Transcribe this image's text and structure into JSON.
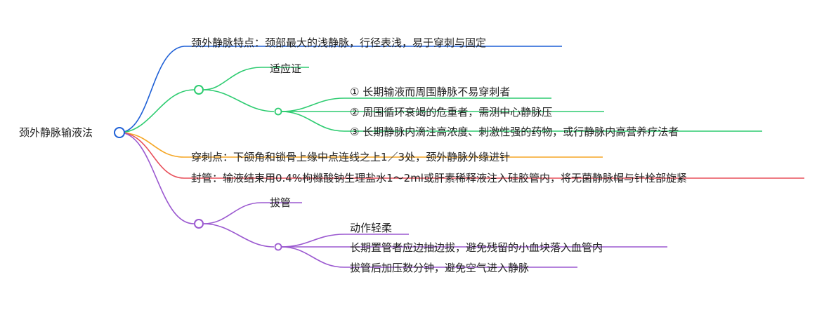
{
  "root": {
    "label": "颈外静脉输液法"
  },
  "colors": {
    "blue": "#1d5fd6",
    "green": "#2ecc71",
    "orange": "#f5a623",
    "red": "#e8505b",
    "purple": "#9b59d0",
    "root_node": "#1d5fd6",
    "text": "#222222"
  },
  "branches": {
    "feature": {
      "label": "颈外静脉特点：颈部最大的浅静脉，行径表浅，易于穿刺与固定"
    },
    "indication": {
      "label": "适应证",
      "items": [
        "① 长期输液而周围静脉不易穿刺者",
        "② 周围循环衰竭的危重者，需测中心静脉压",
        "③ 长期静脉内滴注高浓度、刺激性强的药物，或行静脉内高营养疗法者"
      ]
    },
    "puncture": {
      "label": "穿刺点：下颌角和锁骨上缘中点连线之上1／3处，颈外静脉外缘进针"
    },
    "seal": {
      "label": "封管：输液结束用0.4%枸橼酸钠生理盐水1～2ml或肝素稀释液注入硅胶管内，将无菌静脉帽与针栓部旋紧"
    },
    "extubation": {
      "label": "拔管",
      "items": [
        "动作轻柔",
        "长期置管者应边抽边拔，避免残留的小血块落入血管内",
        "拔管后加压数分钟，避免空气进入静脉"
      ]
    }
  }
}
